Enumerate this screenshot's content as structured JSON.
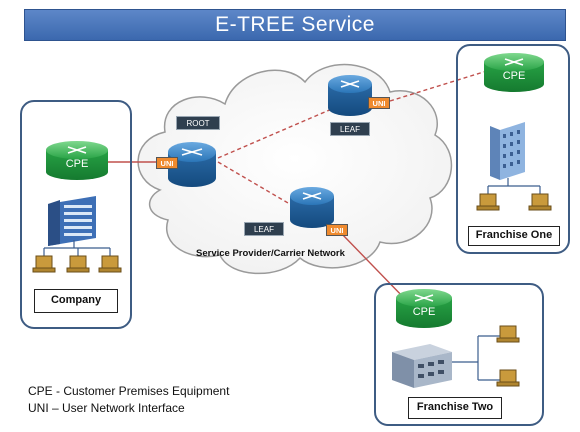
{
  "title": "E-TREE Service",
  "network_label": "Service Provider/Carrier Network",
  "root_label": "ROOT",
  "leaf_label": "LEAF",
  "uni_label": "UNI",
  "cpe_label": "CPE",
  "sites": {
    "company": "Company",
    "franchise_one": "Franchise One",
    "franchise_two": "Franchise Two"
  },
  "legend": {
    "cpe": "CPE - Customer Premises Equipment",
    "uni": "UNI – User Network Interface"
  },
  "colors": {
    "title_bar": "#3b68ae",
    "cloud_border": "#888888",
    "router": "#1f6aa8",
    "cpe": "#2ea84a",
    "uni": "#ef8a2e",
    "evc_line": "#c0504d"
  }
}
